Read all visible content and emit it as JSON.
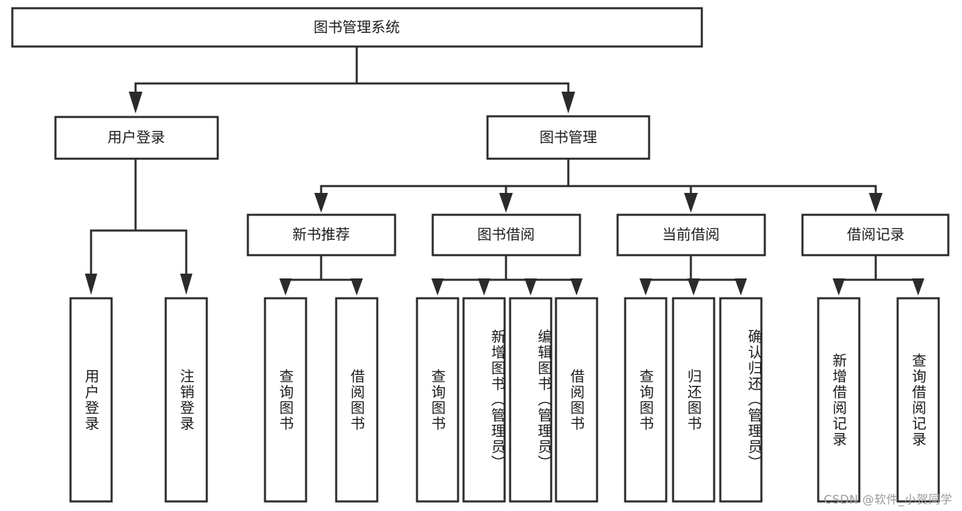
{
  "diagram": {
    "type": "tree-hierarchy",
    "title": "图书管理系统",
    "orientation": "top-down",
    "watermark": "CSDN @软件_小贺同学",
    "colors": {
      "stroke": "#2b2b2b",
      "fill": "#ffffff",
      "text": "#1c1c1c",
      "watermark": "#9b9b9b"
    },
    "levels": [
      {
        "level": 0,
        "nodes": [
          {
            "id": "root",
            "label": "图书管理系统",
            "orientation": "horizontal"
          }
        ]
      },
      {
        "level": 1,
        "nodes": [
          {
            "id": "login",
            "label": "用户登录",
            "orientation": "horizontal",
            "parent": "root"
          },
          {
            "id": "bookmgmt",
            "label": "图书管理",
            "orientation": "horizontal",
            "parent": "root"
          }
        ]
      },
      {
        "level": 2,
        "nodes": [
          {
            "id": "newbook",
            "label": "新书推荐",
            "orientation": "horizontal",
            "parent": "bookmgmt"
          },
          {
            "id": "borrow",
            "label": "图书借阅",
            "orientation": "horizontal",
            "parent": "bookmgmt"
          },
          {
            "id": "current",
            "label": "当前借阅",
            "orientation": "horizontal",
            "parent": "bookmgmt"
          },
          {
            "id": "records",
            "label": "借阅记录",
            "orientation": "horizontal",
            "parent": "bookmgmt"
          }
        ]
      },
      {
        "level": 3,
        "nodes": [
          {
            "id": "leaf-1",
            "label": "用户登录",
            "orientation": "vertical",
            "parent": "login"
          },
          {
            "id": "leaf-2",
            "label": "注销登录",
            "orientation": "vertical",
            "parent": "login"
          },
          {
            "id": "leaf-3",
            "label": "查询图书",
            "orientation": "vertical",
            "parent": "newbook"
          },
          {
            "id": "leaf-4",
            "label": "借阅图书",
            "orientation": "vertical",
            "parent": "newbook"
          },
          {
            "id": "leaf-5",
            "label": "查询图书",
            "orientation": "vertical",
            "parent": "borrow"
          },
          {
            "id": "leaf-6",
            "label": "新增图书（管理员）",
            "orientation": "vertical",
            "parent": "borrow"
          },
          {
            "id": "leaf-7",
            "label": "编辑图书（管理员）",
            "orientation": "vertical",
            "parent": "borrow"
          },
          {
            "id": "leaf-8",
            "label": "借阅图书",
            "orientation": "vertical",
            "parent": "borrow"
          },
          {
            "id": "leaf-9",
            "label": "查询图书",
            "orientation": "vertical",
            "parent": "current"
          },
          {
            "id": "leaf-10",
            "label": "归还图书",
            "orientation": "vertical",
            "parent": "current"
          },
          {
            "id": "leaf-11",
            "label": "确认归还（管理员）",
            "orientation": "vertical",
            "parent": "current"
          },
          {
            "id": "leaf-12",
            "label": "新增借阅记录",
            "orientation": "vertical",
            "parent": "records"
          },
          {
            "id": "leaf-13",
            "label": "查询借阅记录",
            "orientation": "vertical",
            "parent": "records"
          }
        ]
      }
    ]
  }
}
